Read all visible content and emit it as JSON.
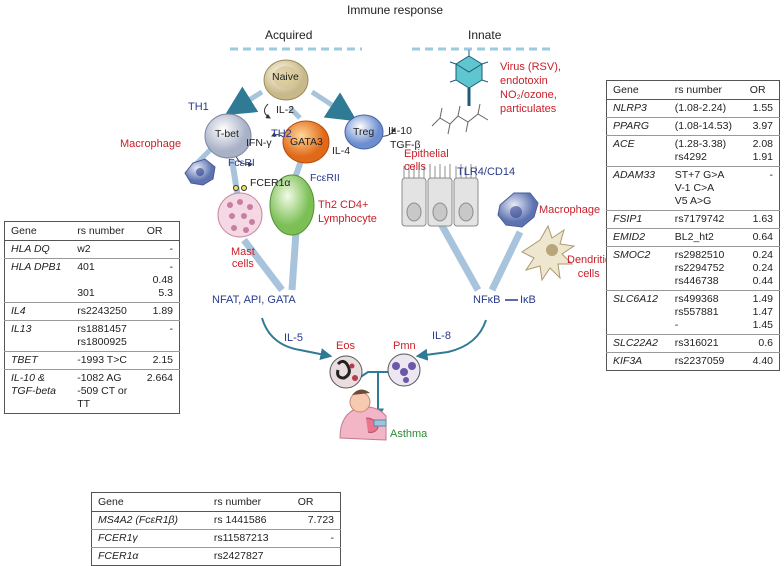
{
  "header": {
    "title": "Immune response",
    "acquired": "Acquired",
    "innate": "Innate"
  },
  "diagram": {
    "naive": "Naive",
    "il2": "IL-2",
    "th1": "TH1",
    "tbet": "T-bet",
    "ifng": "IFN-γ",
    "th2": "TH2",
    "gata3": "GATA3",
    "il4": "IL-4",
    "treg": "Treg",
    "il10": "IL-10",
    "tgfb": "TGF-β",
    "macrophage_left": "Macrophage",
    "fcri": "FcεRI",
    "fcer1a": "FCER1α",
    "fcrii": "FcεRII",
    "mast": "Mast\ncells",
    "th2cd4": "Th2 CD4+\nLymphocyte",
    "epithelial": "Epithelial\ncells",
    "tlr4": "TLR4/CD14",
    "virus": "Virus (RSV),\nendotoxin\nNO₂/ozone,\nparticulates",
    "macrophage_right": "Macrophage",
    "dendritic": "Dendritic\ncells",
    "nfat": "NFAT, API, GATA",
    "nfkb": "NFκB",
    "ikb": "IκB",
    "il5": "IL-5",
    "il8": "IL-8",
    "eos": "Eos",
    "pmn": "Pmn",
    "asthma": "Asthma"
  },
  "left_table": {
    "headers": [
      "Gene",
      "rs number",
      "OR"
    ],
    "rows": [
      {
        "gene": "HLA DQ",
        "rs": [
          "w2"
        ],
        "or": [
          "-"
        ]
      },
      {
        "gene": "HLA DPB1",
        "rs": [
          "401",
          "",
          "301"
        ],
        "or": [
          "-",
          "0.48",
          "5.3"
        ]
      },
      {
        "gene": "IL4",
        "rs": [
          "rs2243250"
        ],
        "or": [
          "1.89"
        ]
      },
      {
        "gene": "IL13",
        "rs": [
          "rs1881457",
          "rs1800925"
        ],
        "or": [
          "-"
        ]
      },
      {
        "gene": "TBET",
        "rs": [
          "-1993 T>C"
        ],
        "or": [
          "2.15"
        ]
      },
      {
        "gene": "IL-10 & TGF-beta",
        "rs": [
          "-1082 AG",
          "-509 CT or TT"
        ],
        "or": [
          "2.664"
        ]
      }
    ]
  },
  "bottom_table": {
    "headers": [
      "Gene",
      "rs number",
      "OR"
    ],
    "rows": [
      {
        "gene": "MS4A2 (FcεR1β)",
        "rs": [
          "rs 1441586"
        ],
        "or": [
          "7.723"
        ]
      },
      {
        "gene": "FCER1γ",
        "rs": [
          "rs11587213"
        ],
        "or": [
          "-"
        ]
      },
      {
        "gene": "FCER1α",
        "rs": [
          "rs2427827"
        ],
        "or": [
          ""
        ]
      }
    ]
  },
  "right_table": {
    "headers": [
      "Gene",
      "rs number",
      "OR"
    ],
    "rows": [
      {
        "gene": "NLRP3",
        "rs": [
          "(1.08-2.24)"
        ],
        "or": [
          "1.55"
        ]
      },
      {
        "gene": "PPARG",
        "rs": [
          "(1.08-14.53)"
        ],
        "or": [
          "3.97"
        ]
      },
      {
        "gene": "ACE",
        "rs": [
          "(1.28-3.38)",
          "rs4292"
        ],
        "or": [
          "2.08",
          "1.91"
        ]
      },
      {
        "gene": "ADAM33",
        "rs": [
          "ST+7 G>A",
          "V-1 C>A",
          "V5 A>G"
        ],
        "or": [
          "-"
        ]
      },
      {
        "gene": "FSIP1",
        "rs": [
          "rs7179742"
        ],
        "or": [
          "1.63"
        ]
      },
      {
        "gene": "EMID2",
        "rs": [
          "BL2_ht2"
        ],
        "or": [
          "0.64"
        ]
      },
      {
        "gene": "SMOC2",
        "rs": [
          "rs2982510",
          "rs2294752",
          "rs446738"
        ],
        "or": [
          "0.24",
          "0.24",
          "0.44"
        ]
      },
      {
        "gene": "SLC6A12",
        "rs": [
          "rs499368",
          "rs557881",
          "-"
        ],
        "or": [
          "1.49",
          "1.47",
          "1.45"
        ]
      },
      {
        "gene": "SLC22A2",
        "rs": [
          "rs316021"
        ],
        "or": [
          "0.6"
        ]
      },
      {
        "gene": "KIF3A",
        "rs": [
          "rs2237059"
        ],
        "or": [
          "4.40"
        ]
      }
    ]
  }
}
